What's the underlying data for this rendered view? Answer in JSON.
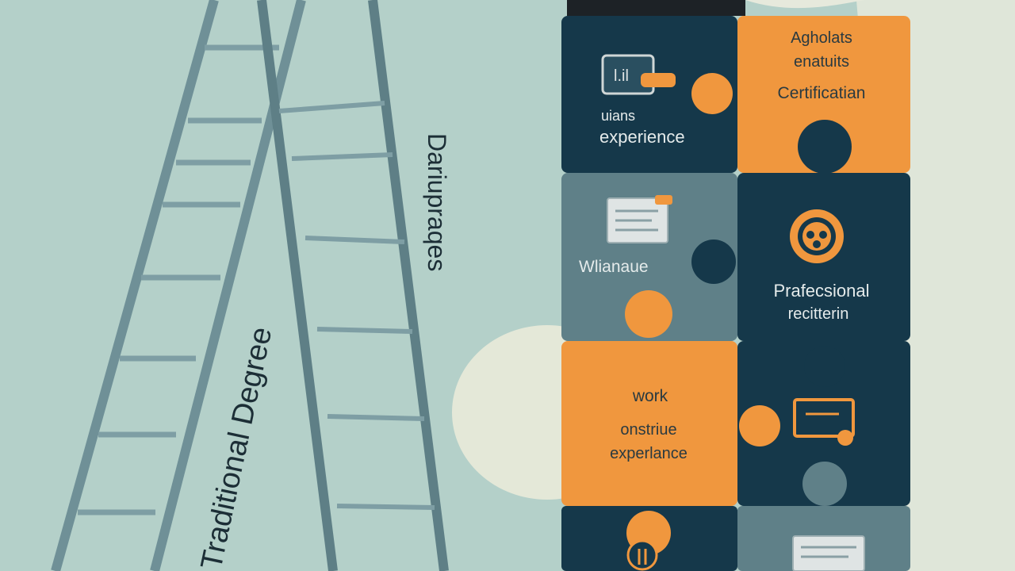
{
  "colors": {
    "background": "#b4d0c9",
    "right_wash": "#dfe6d9",
    "navy": "#15384a",
    "slate": "#5f8088",
    "orange": "#f0973e",
    "ladder": "#6f9097",
    "ladder_dark": "#58777e"
  },
  "ladder": {
    "label_main": "Traditional Degree",
    "label_side": "Dariupraqes"
  },
  "puzzle": {
    "piece_top_left": {
      "line1": "uians",
      "line2": "experience",
      "icon": "laptop-icon"
    },
    "piece_top_right": {
      "line1": "Agholats",
      "line2": "enatuits",
      "line3": "Certificatian"
    },
    "piece_mid_left": {
      "label": "Wlianaue",
      "icon": "certificate-card-icon"
    },
    "piece_mid_right": {
      "line1": "Prafecsional",
      "line2": "recitterin",
      "icon": "gear-badge-icon"
    },
    "piece_low_left": {
      "line1": "work",
      "line2": "onstriue",
      "line3": "experlance"
    },
    "piece_low_right": {
      "icon": "diploma-icon"
    },
    "piece_bottom_left": {
      "icon": "lightbulb-icon"
    },
    "piece_bottom_right": {
      "icon": "document-icon"
    }
  }
}
